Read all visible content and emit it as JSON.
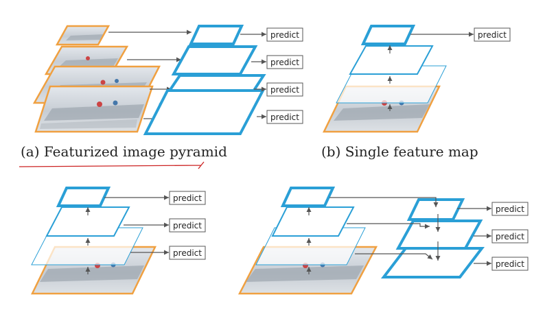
{
  "colors": {
    "image_border": "#f0a040",
    "feature_map": "#2a9fd6",
    "arrow": "#555555",
    "underline": "#cc2222"
  },
  "panels": {
    "a": {
      "caption": "(a) Featurized image pyramid",
      "predict_labels": [
        "predict",
        "predict",
        "predict",
        "predict"
      ]
    },
    "b": {
      "caption": "(b) Single feature map",
      "predict_labels": [
        "predict"
      ]
    },
    "c": {
      "caption": "",
      "predict_labels": [
        "predict",
        "predict",
        "predict"
      ]
    },
    "d": {
      "caption": "",
      "predict_labels": [
        "predict",
        "predict",
        "predict"
      ]
    }
  }
}
